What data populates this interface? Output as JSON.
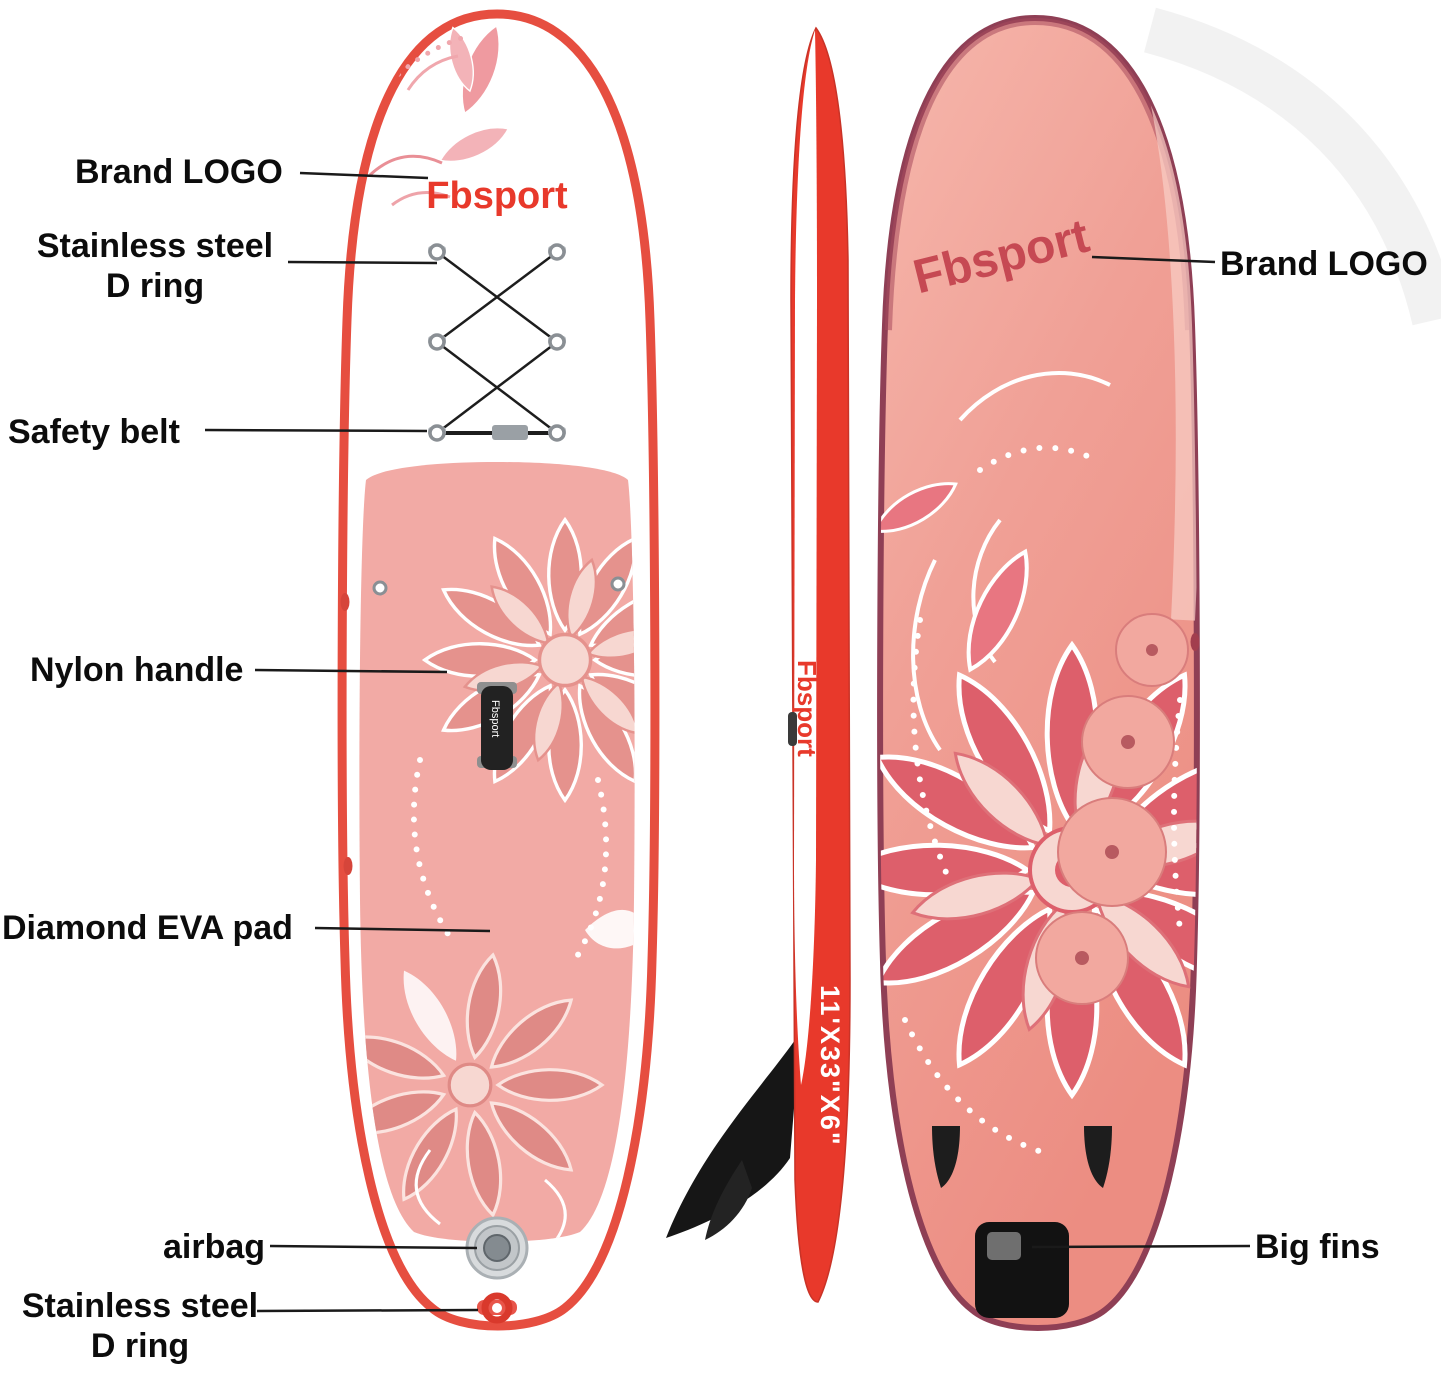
{
  "labels": {
    "brand_logo_left": "Brand LOGO",
    "stainless_steel_top": "Stainless steel",
    "d_ring_top": "D ring",
    "safety_belt": "Safety belt",
    "nylon_handle": "Nylon handle",
    "diamond_eva_pad": "Diamond EVA pad",
    "airbag": "airbag",
    "stainless_steel_bottom": "Stainless steel",
    "d_ring_bottom": "D ring",
    "brand_logo_right": "Brand LOGO",
    "big_fins": "Big fins"
  },
  "board": {
    "front_logo": "Fbsport",
    "side_logo": "Fbsport",
    "handle_logo": "Fbsport",
    "back_logo": "Fbsport",
    "side_dimensions": "11'X33\"X6\""
  },
  "colors": {
    "rail_red": "#e64e40",
    "side_red": "#e8392b",
    "pad_pink": "#f2aaa5",
    "back_pink_light": "#f4b3a9",
    "back_pink_deep": "#ec9186",
    "back_edge": "#8f3f55",
    "mandala_rose": "#dd5f6b",
    "label_text": "#0c0c0c"
  }
}
